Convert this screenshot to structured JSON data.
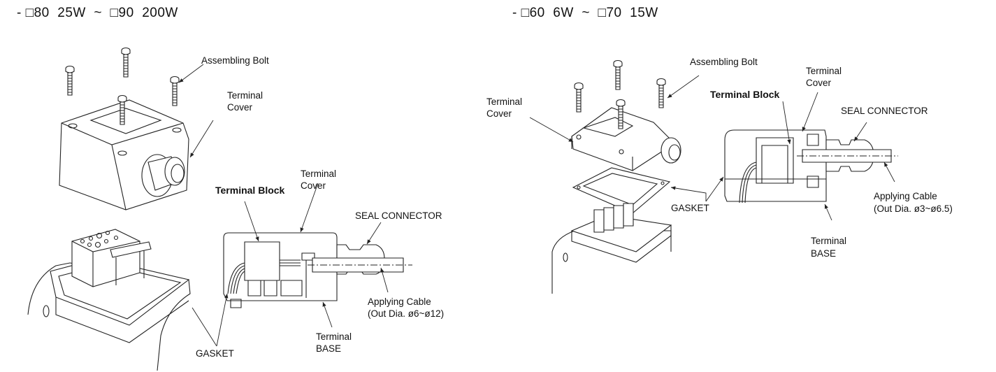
{
  "left_panel": {
    "heading": "- □80  25W  ~  □90  200W",
    "labels": {
      "assembling_bolt": "Assembling Bolt",
      "terminal_cover_top": "Terminal",
      "terminal_cover_bottom": "Cover",
      "terminal_block": "Terminal Block",
      "section_cover_top": "Terminal",
      "section_cover_bottom": "Cover",
      "seal_connector": "SEAL CONNECTOR",
      "applying_cable": "Applying Cable",
      "cable_dia": "(Out Dia. ø6~ø12)",
      "terminal_base_top": "Terminal",
      "terminal_base_bottom": "BASE",
      "gasket": "GASKET"
    }
  },
  "right_panel": {
    "heading": "- □60  6W  ~  □70  15W",
    "labels": {
      "assembling_bolt": "Assembling Bolt",
      "terminal_cover_top": "Terminal",
      "terminal_cover_bottom": "Cover",
      "terminal_block": "Terminal Block",
      "section_cover_top": "Terminal",
      "section_cover_bottom": "Cover",
      "seal_connector": "SEAL CONNECTOR",
      "gasket": "GASKET",
      "applying_cable": "Applying Cable",
      "cable_dia": "(Out Dia. ø3~ø6.5)",
      "terminal_base_top": "Terminal",
      "terminal_base_bottom": "BASE"
    }
  }
}
